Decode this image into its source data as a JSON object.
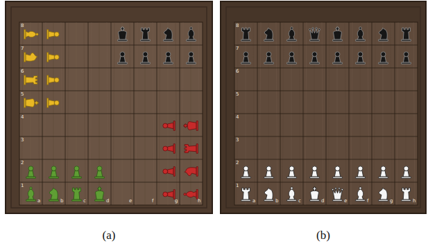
{
  "diagram": {
    "labels": [
      "8",
      "7",
      "6",
      "5",
      "4",
      "3",
      "2",
      "1",
      "a",
      "b",
      "c",
      "d",
      "e",
      "f",
      "g",
      "h",
      "8",
      "7",
      "6",
      "5",
      "4",
      "3",
      "2",
      "1",
      "a",
      "b",
      "c",
      "d",
      "e",
      "f",
      "g",
      "h",
      "(a)",
      "(b)"
    ]
  }
}
